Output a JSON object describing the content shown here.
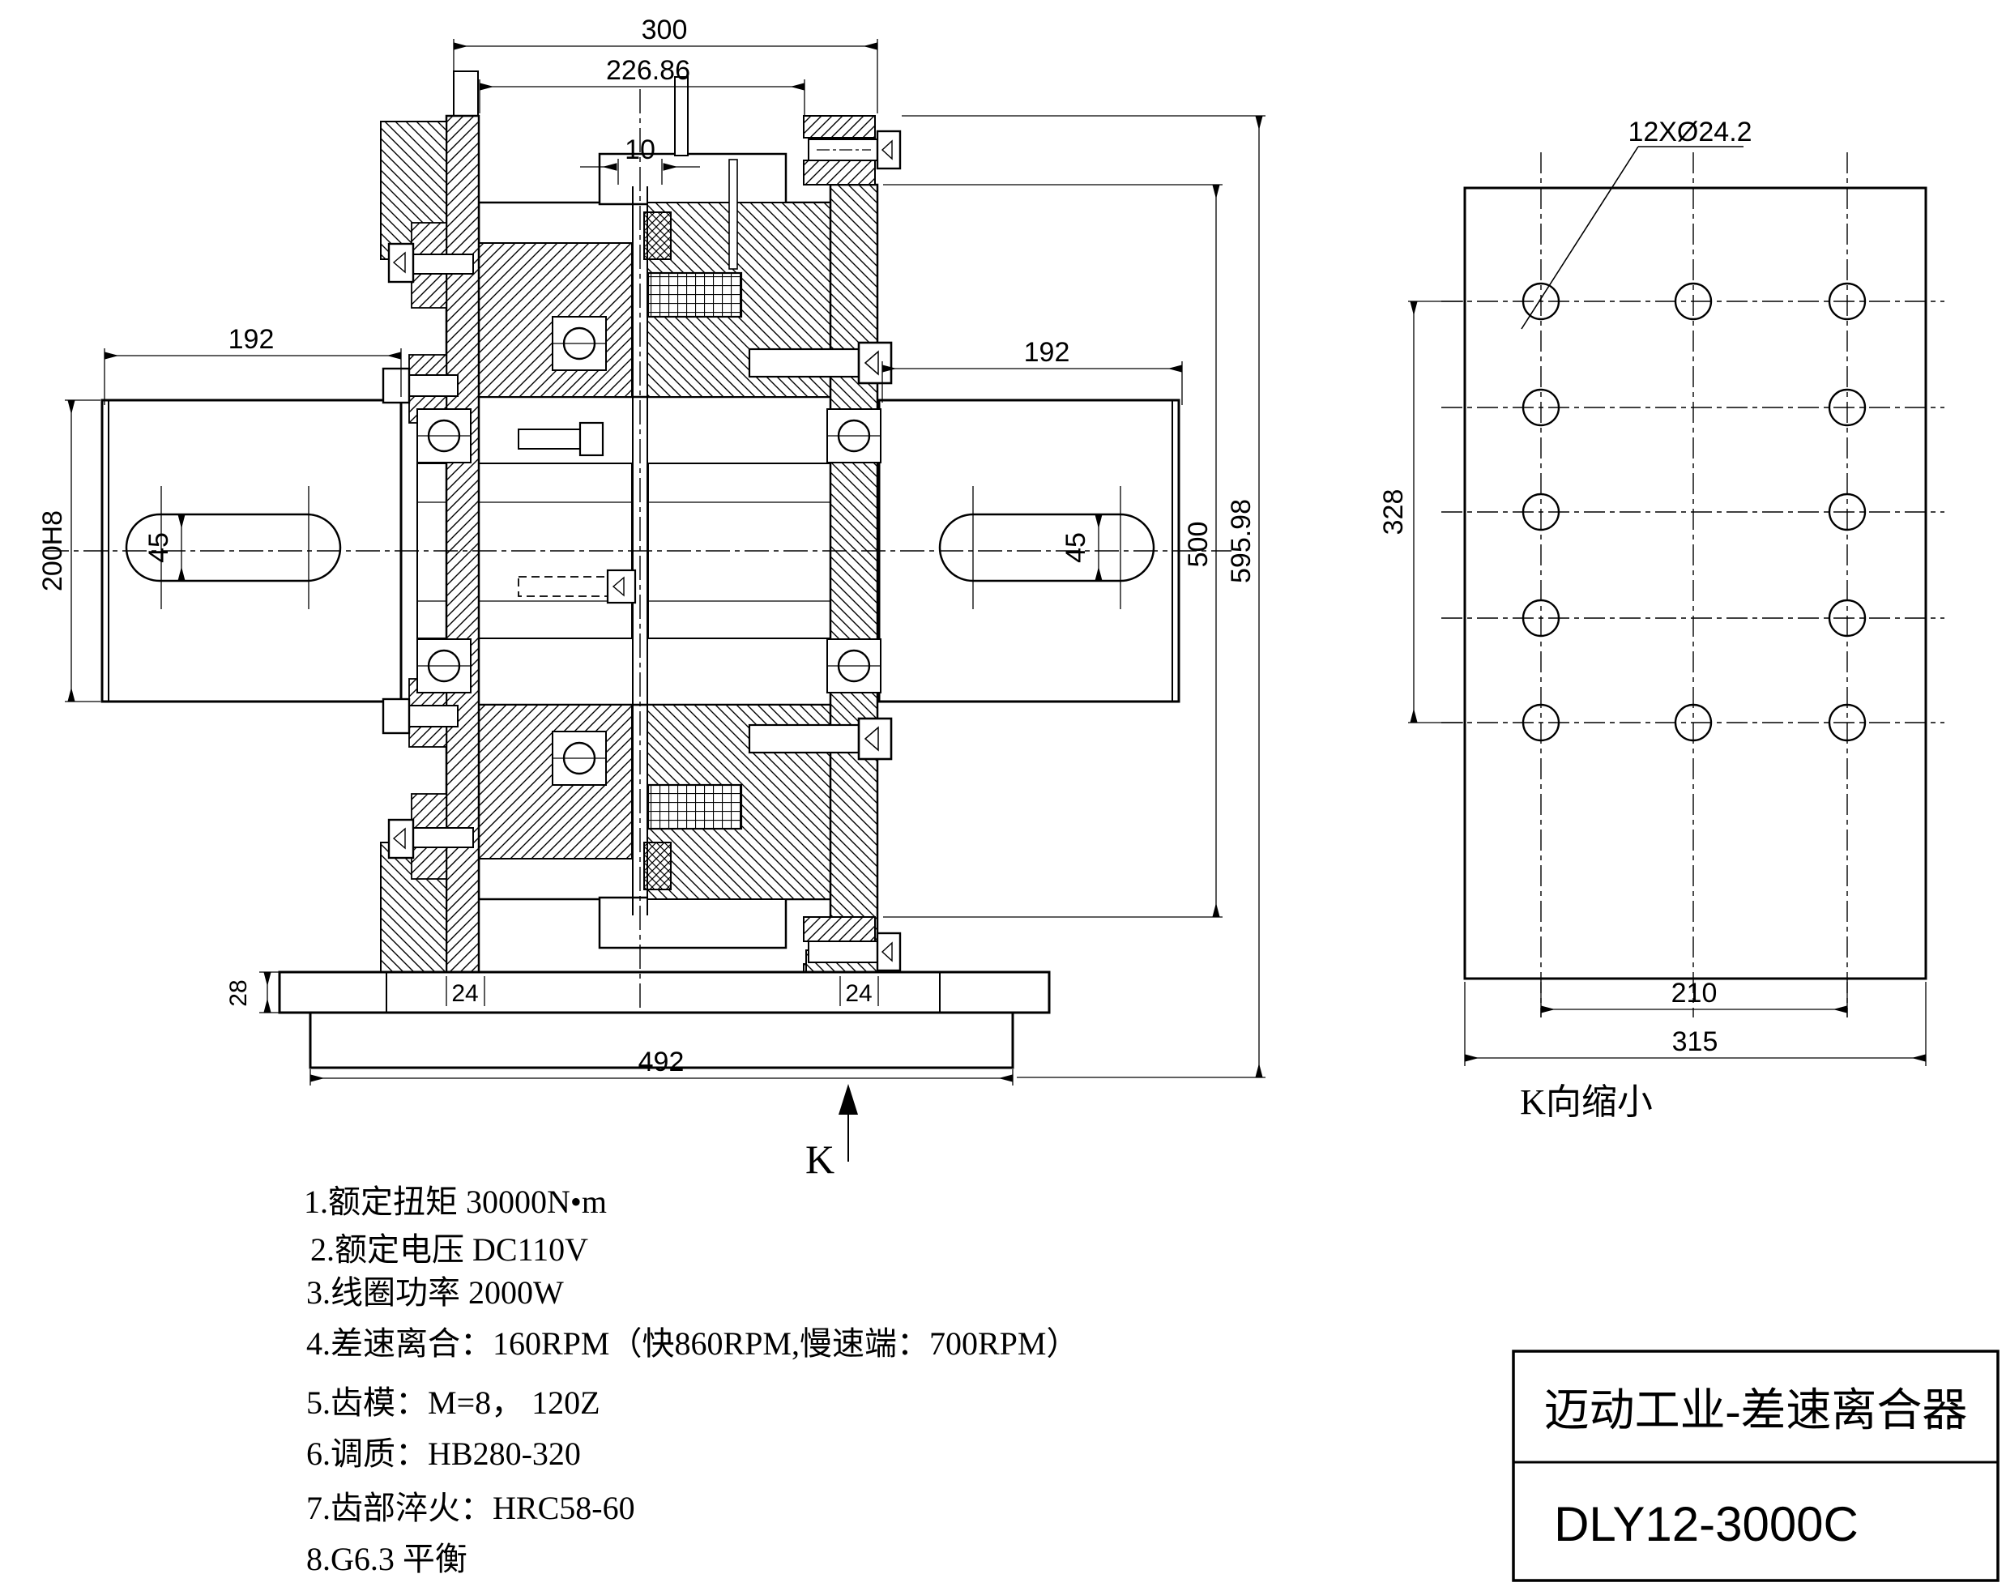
{
  "drawing": {
    "main_view": {
      "dimensions": {
        "overall_width_top": "300",
        "inner_width_top": "226.86",
        "disc_thickness": "10",
        "left_shaft_length": "192",
        "right_shaft_length": "192",
        "shaft_bore": "200H8",
        "left_key_width": "45",
        "right_key_width": "45",
        "body_height": "500",
        "overall_height": "595.98",
        "base_plate_thickness": "28",
        "left_wall_thickness": "24",
        "right_wall_thickness": "24",
        "base_width": "492"
      },
      "view_arrow_label": "K"
    },
    "k_view": {
      "hole_callout": "12XØ24.2",
      "dimensions": {
        "hole_rows_span": "328",
        "hole_cols_span": "210",
        "plate_width": "315"
      },
      "caption": "K向缩小"
    },
    "notes": [
      "1.额定扭矩 30000N•m",
      "2.额定电压 DC110V",
      "3.线圈功率 2000W",
      "4.差速离合：160RPM（快860RPM,慢速端：700RPM）",
      "5.齿模：M=8， 120Z",
      "6.调质：HB280-320",
      "7.齿部淬火：HRC58-60",
      "8.G6.3 平衡"
    ],
    "title_block": {
      "product": "迈动工业-差速离合器",
      "model": "DLY12-3000C"
    }
  }
}
